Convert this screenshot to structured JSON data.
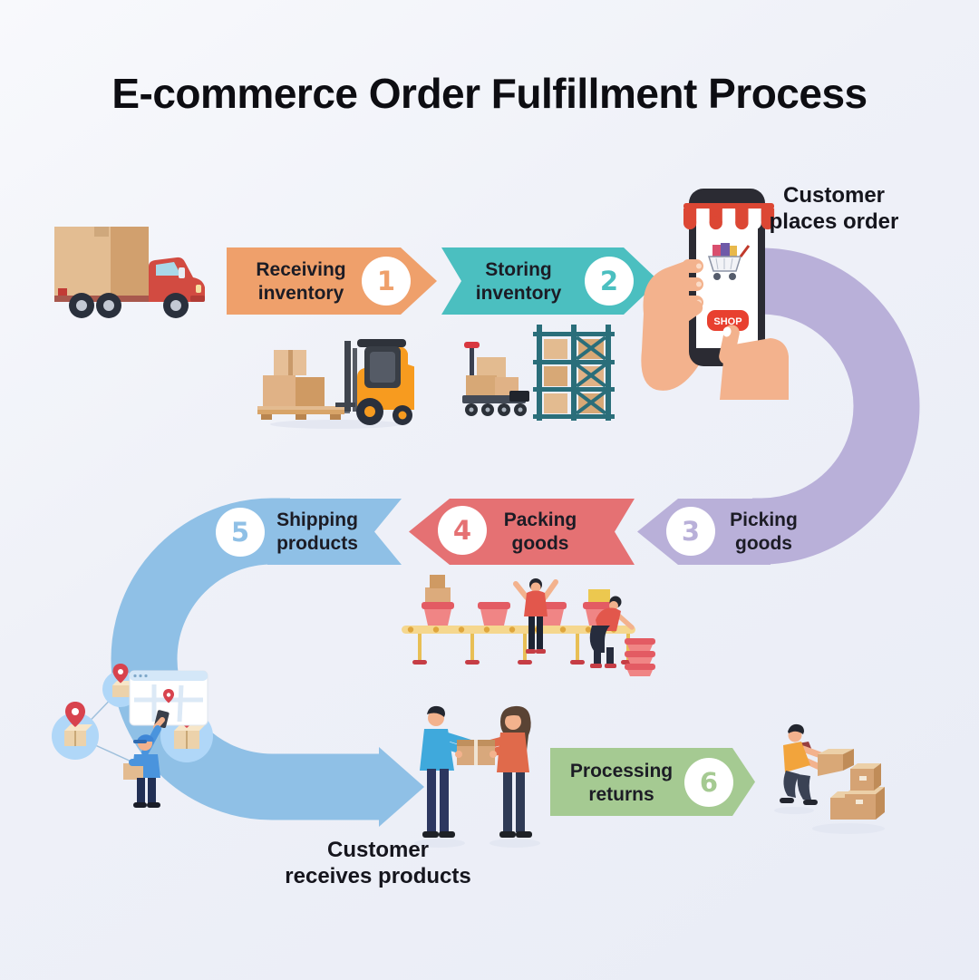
{
  "title": "E-commerce Order Fulfillment Process",
  "steps": [
    {
      "num": "1",
      "line1": "Receiving",
      "line2": "inventory",
      "color": "#efa06b"
    },
    {
      "num": "2",
      "line1": "Storing",
      "line2": "inventory",
      "color": "#4bbfc0"
    },
    {
      "num": "3",
      "line1": "Picking",
      "line2": "goods",
      "color": "#b9b0d9"
    },
    {
      "num": "4",
      "line1": "Packing",
      "line2": "goods",
      "color": "#e57173"
    },
    {
      "num": "5",
      "line1": "Shipping",
      "line2": "products",
      "color": "#8fc0e6"
    },
    {
      "num": "6",
      "line1": "Processing",
      "line2": "returns",
      "color": "#a5ca92"
    }
  ],
  "annotations": {
    "customer_places_order": {
      "line1": "Customer",
      "line2": "places order"
    },
    "customer_receives_products": {
      "line1": "Customer",
      "line2": "receives products"
    }
  },
  "phone": {
    "shop_label": "SHOP"
  },
  "colors": {
    "background_top": "#f8f9fc",
    "background_bottom": "#e9ecf6",
    "text_dark": "#15151d",
    "circle_fill": "#ffffff",
    "skin": "#f3b28d",
    "cardboard": "#e0b286",
    "brand_red": "#d8434e"
  },
  "icons": [
    "delivery-truck-icon",
    "forklift-icon",
    "warehouse-rack-icon",
    "hand-holding-phone-icon",
    "shopping-cart-icon",
    "conveyor-belt-icon",
    "courier-tracking-map-icon",
    "location-pin-icon",
    "customer-handoff-icon",
    "returns-worker-icon"
  ]
}
